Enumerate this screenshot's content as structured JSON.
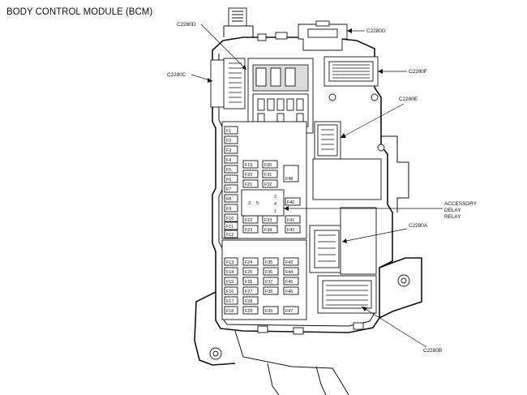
{
  "title": "BODY CONTROL MODULE (BCM)",
  "connectors": {
    "c2280d": "C2280D",
    "c2280c": "C2280C",
    "c2280g": "C2280G",
    "c2280f": "C2280F",
    "c2280e": "C2280E",
    "c2280a": "C2280A",
    "c2280b": "C2280B"
  },
  "relay": {
    "line1": "ACCESSORY",
    "line2": "DELAY",
    "line3": "RELAY"
  },
  "relay_marks": [
    "3",
    "5",
    "2",
    "4",
    "1"
  ],
  "fuses_col1": [
    "F1",
    "F2",
    "F3",
    "F4",
    "F5",
    "F6",
    "F7",
    "F8",
    "F9",
    "F10",
    "F11",
    "F12"
  ],
  "fuses_col2": [
    "F19",
    "F20",
    "F21",
    "F22",
    "F23"
  ],
  "fuses_col3": [
    "F30",
    "F31",
    "F32",
    "F33",
    "F34"
  ],
  "fuse_f48": "F48",
  "fuses_right_col": [
    "F40",
    "F41",
    "F42"
  ],
  "lower_col1": [
    "F13",
    "F14",
    "F15",
    "F16",
    "F17",
    "F18"
  ],
  "lower_col2": [
    "F24",
    "F25",
    "F26",
    "F27",
    "F28",
    "F29"
  ],
  "lower_col3": [
    "F35",
    "F36",
    "F37",
    "F38",
    "F39"
  ],
  "lower_col4": [
    "F43",
    "F44",
    "F45",
    "F46",
    "F47"
  ]
}
